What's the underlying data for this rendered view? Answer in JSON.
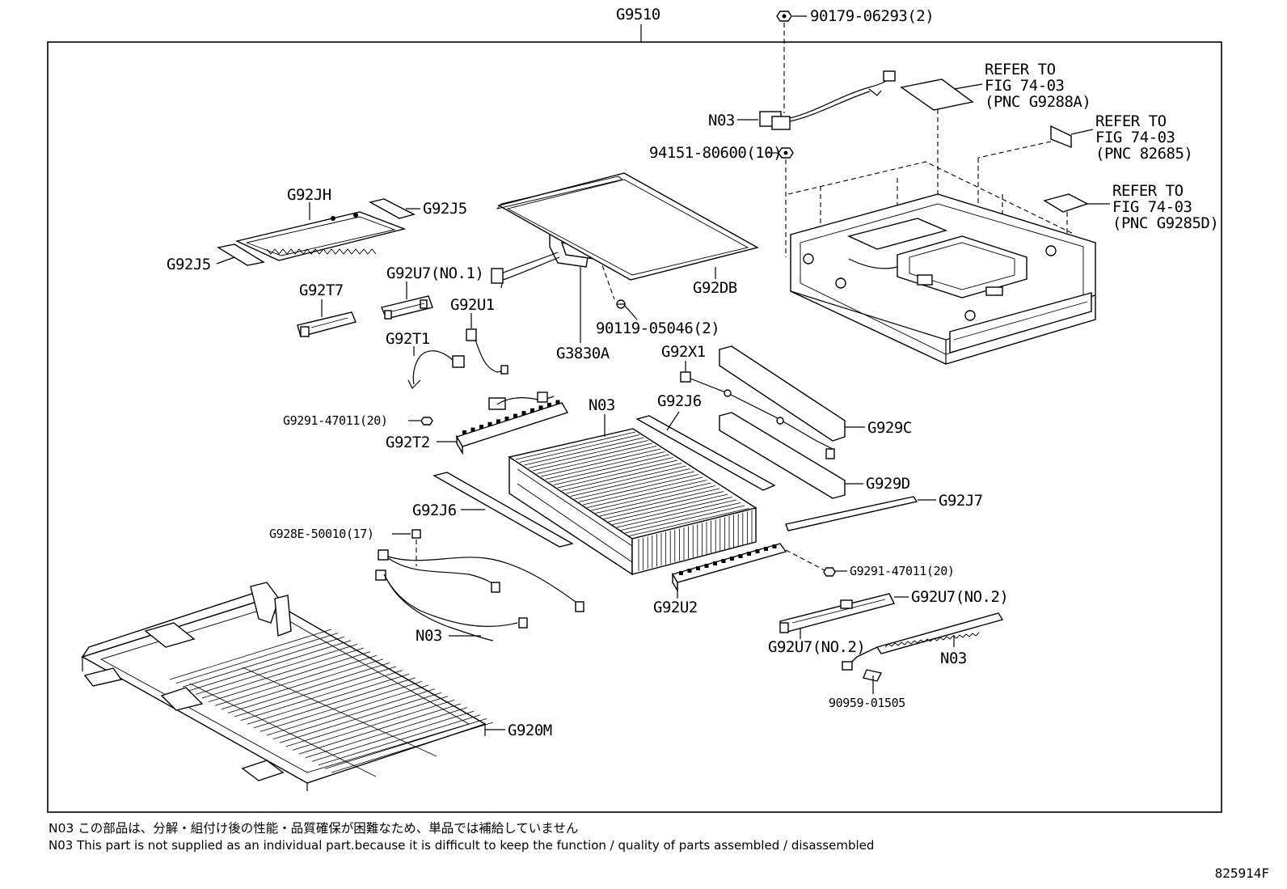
{
  "assembly_label": "G9510",
  "callouts": {
    "nut_top": "90179-06293(2)",
    "n03_top": "N03",
    "refer1": [
      "REFER TO",
      "FIG 74-03",
      "(PNC G9288A)"
    ],
    "refer2": [
      "REFER TO",
      "FIG 74-03",
      "(PNC 82685)"
    ],
    "refer3": [
      "REFER TO",
      "FIG 74-03",
      "(PNC G9285D)"
    ],
    "bolt_cover": "94151-80600(10)",
    "g92jh": "G92JH",
    "g92j5_right": "G92J5",
    "g92j5_left": "G92J5",
    "g92u7_no1": "G92U7(NO.1)",
    "g92t7": "G92T7",
    "g92u1": "G92U1",
    "screw_905046": "90119-05046(2)",
    "g92db": "G92DB",
    "g92t1": "G92T1",
    "g3830a": "G3830A",
    "g92x1": "G92X1",
    "nut_g9291_left": "G9291-47011(20)",
    "g92t2": "G92T2",
    "n03_stack": "N03",
    "g92j6_upper": "G92J6",
    "g929c": "G929C",
    "g929d": "G929D",
    "g92j7": "G92J7",
    "g92j6_lower": "G92J6",
    "clip_g928e": "G928E-50010(17)",
    "nut_g9291_right": "G9291-47011(20)",
    "g92u7_no2_right": "G92U7(NO.2)",
    "g92u2": "G92U2",
    "n03_harness": "N03",
    "g92u7_no2_left": "G92U7(NO.2)",
    "n03_busbar": "N03",
    "bolt_90959": "90959-01505",
    "g920m": "G920M"
  },
  "notes": {
    "jp": "N03 この部品は、分解・組付け後の性能・品質確保が困難なため、単品では補給していません",
    "en": "N03 This part is not supplied as an individual part.because it is difficult to keep the function / quality of parts assembled / disassembled"
  },
  "figure_id": "825914F"
}
